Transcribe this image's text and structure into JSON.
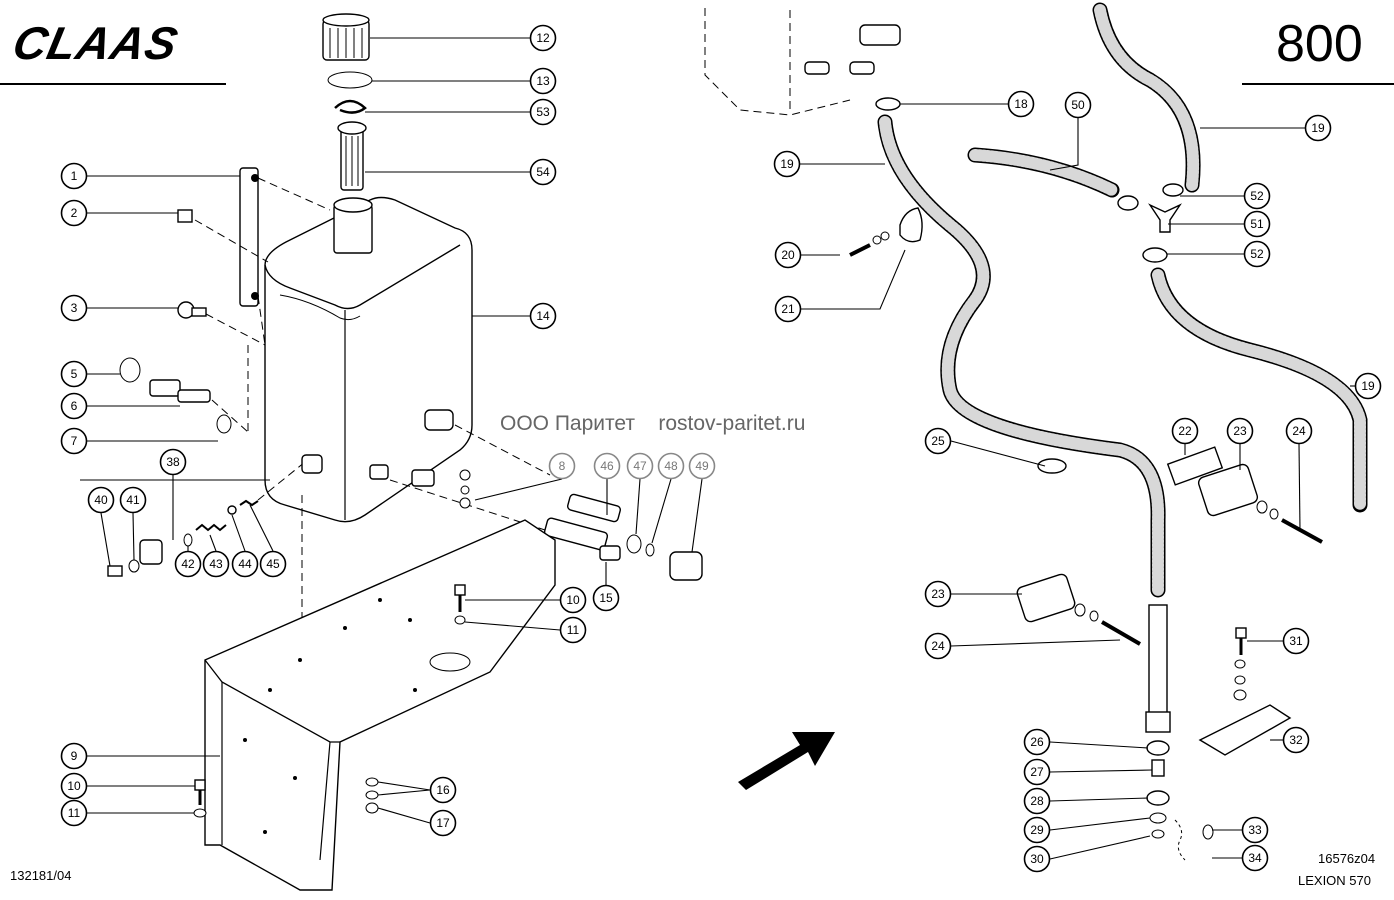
{
  "header": {
    "brand": "CLAAS",
    "page_number": "800"
  },
  "footer": {
    "drawing_number": "132181/04",
    "figure_code": "16576z04",
    "model": "LEXION 570"
  },
  "watermark": "ООО Паритет    rostov-paritet.ru",
  "callouts": [
    "12",
    "13",
    "53",
    "54",
    "1",
    "2",
    "3",
    "14",
    "5",
    "6",
    "7",
    "38",
    "40",
    "41",
    "42",
    "43",
    "44",
    "45",
    "8",
    "46",
    "47",
    "48",
    "49",
    "15",
    "10",
    "11",
    "9",
    "10",
    "11",
    "16",
    "17",
    "18",
    "19",
    "50",
    "19",
    "52",
    "51",
    "52",
    "20",
    "21",
    "19",
    "22",
    "23",
    "24",
    "25",
    "23",
    "24",
    "31",
    "32",
    "26",
    "27",
    "28",
    "29",
    "30",
    "33",
    "34"
  ]
}
